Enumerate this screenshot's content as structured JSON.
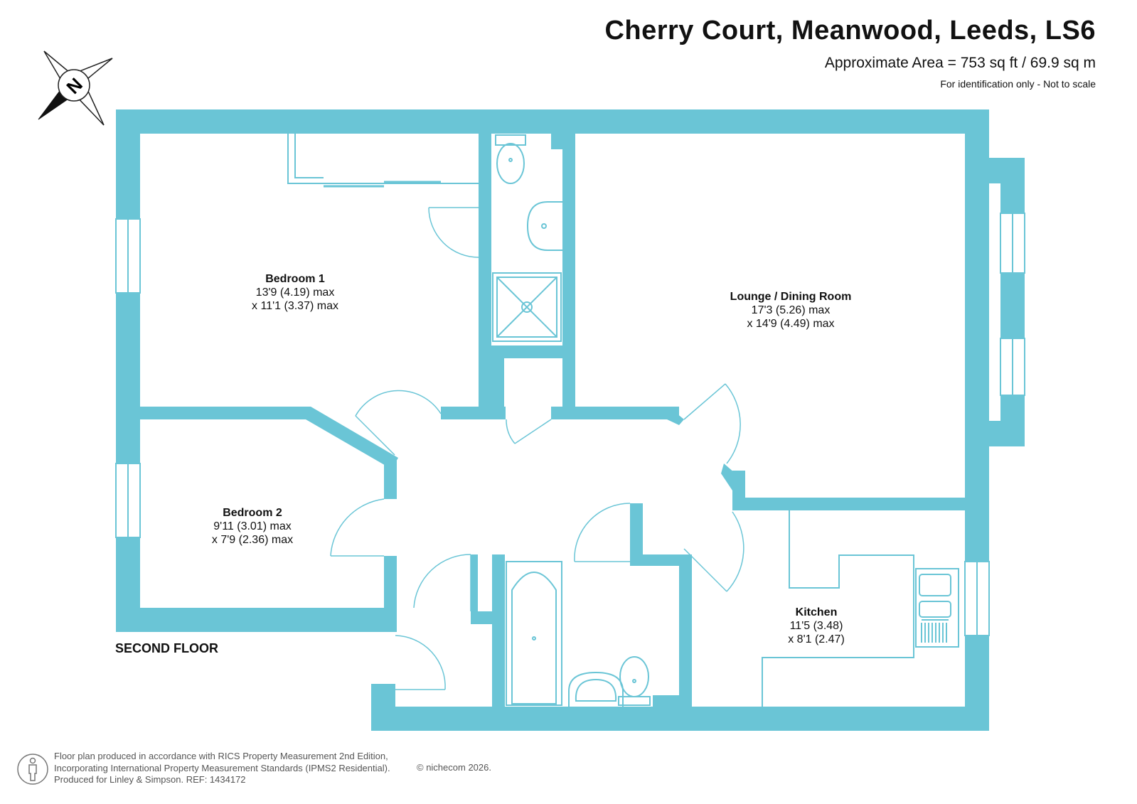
{
  "header": {
    "title": "Cherry Court, Meanwood, Leeds, LS6",
    "area": "Approximate Area = 753 sq ft / 69.9 sq m",
    "note": "For identification only - Not to scale"
  },
  "compass": {
    "letter": "N",
    "icon": "north-arrow-icon"
  },
  "rooms": {
    "bedroom1": {
      "name": "Bedroom 1",
      "dim1": "13'9 (4.19) max",
      "dim2": "x 11'1 (3.37) max"
    },
    "lounge": {
      "name": "Lounge / Dining Room",
      "dim1": "17'3 (5.26) max",
      "dim2": "x 14'9 (4.49) max"
    },
    "bedroom2": {
      "name": "Bedroom 2",
      "dim1": "9'11 (3.01) max",
      "dim2": "x 7'9 (2.36) max"
    },
    "kitchen": {
      "name": "Kitchen",
      "dim1": "11'5 (3.48)",
      "dim2": "x 8'1 (2.47)"
    }
  },
  "floor_label": "SECOND FLOOR",
  "footer": {
    "line1": "Floor plan produced in accordance with RICS Property Measurement 2nd Edition,",
    "line2": "Incorporating International Property Measurement Standards (IPMS2 Residential).",
    "line3": "Produced for Linley & Simpson.   REF:  1434172",
    "copyright": "© nichecom 2026."
  },
  "colors": {
    "wall": "#6ac5d6",
    "fixture_stroke": "#6ac5d6",
    "text": "#111111",
    "footer_text": "#555555"
  }
}
